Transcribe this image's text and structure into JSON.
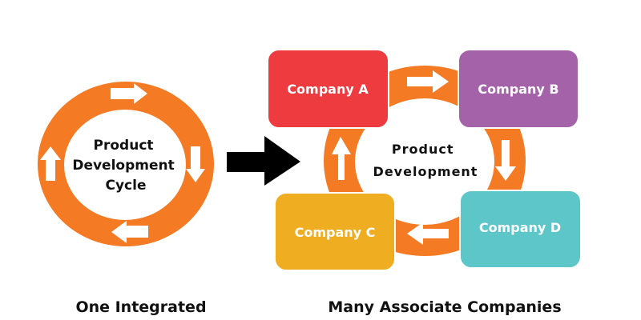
{
  "left_cycle": {
    "center_lines": [
      "Product",
      "Development",
      "Cycle"
    ],
    "caption": "One Integrated"
  },
  "right_cycle": {
    "center_lines": [
      "Product",
      "Development"
    ],
    "companies": [
      {
        "label": "Company A",
        "color": "#ee3b3f"
      },
      {
        "label": "Company B",
        "color": "#a463a8"
      },
      {
        "label": "Company C",
        "color": "#efae22"
      },
      {
        "label": "Company D",
        "color": "#5cc6c9"
      }
    ],
    "caption": "Many Associate Companies"
  },
  "colors": {
    "ring": "#f47a24",
    "arrow": "#000000",
    "text": "#111111"
  },
  "icons": [
    "arrow-right-icon",
    "arrow-down-icon",
    "arrow-left-icon",
    "arrow-up-icon",
    "big-arrow-right-icon"
  ]
}
